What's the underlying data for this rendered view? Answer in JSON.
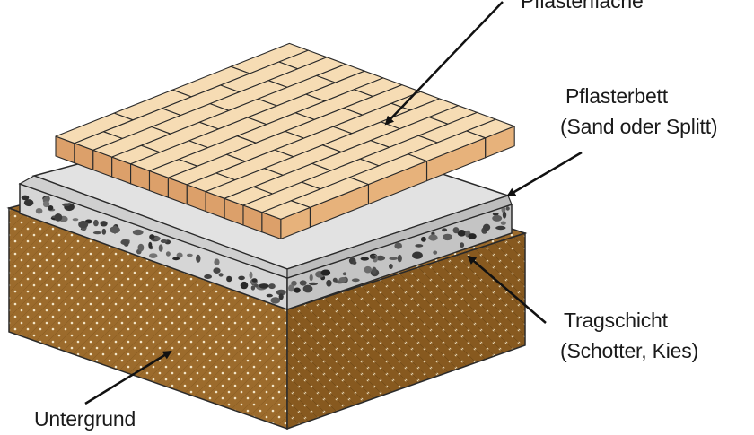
{
  "labels": {
    "pflasterflaeche": "Pflasterfläche",
    "pflasterbett_1": "Pflasterbett",
    "pflasterbett_2": "(Sand oder Splitt)",
    "tragschicht_1": "Tragschicht",
    "tragschicht_2": "(Schotter, Kies)",
    "untergrund": "Untergrund"
  },
  "colors": {
    "paver_top": "#F6DCB4",
    "paver_side": "#E7B27B",
    "paver_end": "#DCA06A",
    "sand_top": "#E0E0E0",
    "sand_front": "#C8C8C8",
    "gravel": "#CFCFCF",
    "soil": "#9C6B2C",
    "soil_dark": "#7A5020",
    "outline": "#2A2A2A"
  }
}
